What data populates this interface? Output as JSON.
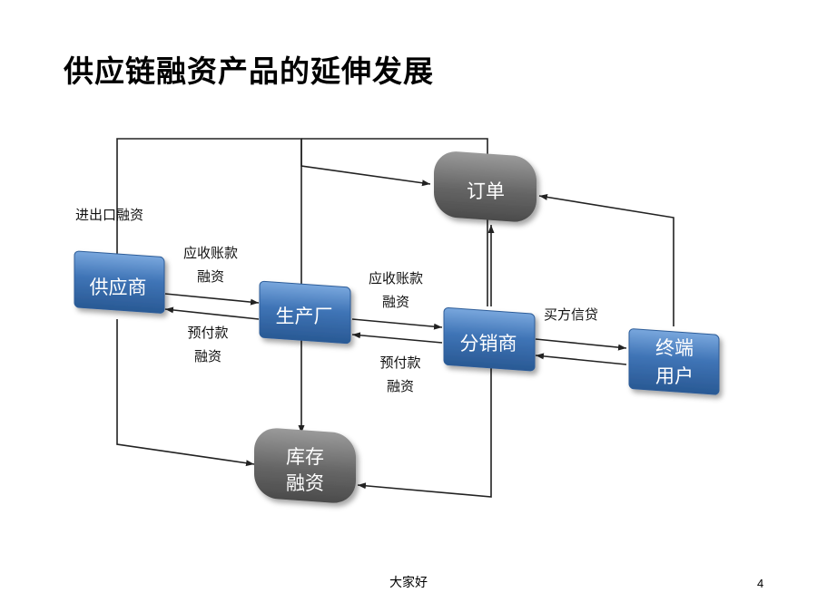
{
  "slide": {
    "title": "供应链融资产品的延伸发展",
    "footer": "大家好",
    "page_number": "4"
  },
  "nodes": {
    "order": "订单",
    "supplier": "供应商",
    "manufacturer": "生产厂",
    "distributor": "分销商",
    "end_user_line1": "终端",
    "end_user_line2": "用户",
    "inventory_line1": "库存",
    "inventory_line2": "融资"
  },
  "edge_labels": {
    "import_export": "进出口融资",
    "ar1_line1": "应收账款",
    "ar1_line2": "融资",
    "prepay1_line1": "预付款",
    "prepay1_line2": "融资",
    "ar2_line1": "应收账款",
    "ar2_line2": "融资",
    "prepay2_line1": "预付款",
    "prepay2_line2": "融资",
    "buyer_credit": "买方信贷"
  },
  "colors": {
    "blue_node": "#3f74b6",
    "gray_node": "#6e6e6e",
    "line": "#222222"
  }
}
